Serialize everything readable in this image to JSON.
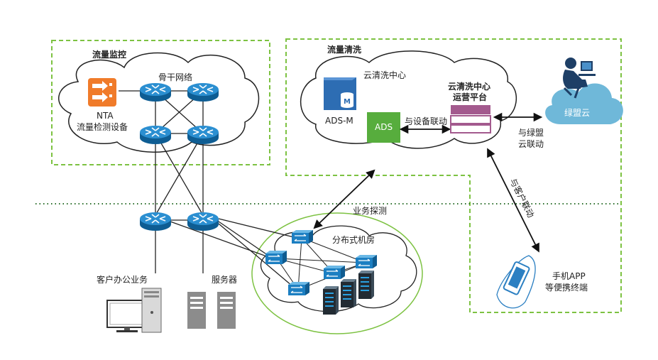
{
  "regions": {
    "monitor": "流量监控",
    "clean": "流量清洗"
  },
  "labels": {
    "backbone": "骨干网络",
    "nta1": "NTA",
    "nta2": "流量检测设备",
    "cloud_center": "云清洗中心",
    "adsm": "ADS-M",
    "ads": "ADS",
    "device_link": "与设备联动",
    "platform1": "云清洗中心",
    "platform2": "运营平台",
    "lvmeng_cloud": "绿盟云",
    "lvmeng_link1": "与绿盟",
    "lvmeng_link2": "云联动",
    "customer_link": "与客户联动",
    "business_probe": "业务探测",
    "distributed": "分布式机房",
    "customer_office": "客户办公业务",
    "servers": "服务器",
    "mobile1": "手机APP",
    "mobile2": "等便携终端"
  },
  "icons": [
    "nta-device-icon",
    "router-icon",
    "switch-icon",
    "database-m-icon",
    "ads-device-icon",
    "platform-server-icon",
    "cloud-icon",
    "operator-person-icon",
    "desktop-pc-icon",
    "server-rack-icon",
    "mobile-device-icon"
  ],
  "colors": {
    "region_border": "#7dc242",
    "router": "#1a7bbf",
    "ads_box": "#57ad3d",
    "platform": "#a35a8e",
    "lvmeng_cloud": "#6fb8d9",
    "nta": "#f07b2a"
  }
}
